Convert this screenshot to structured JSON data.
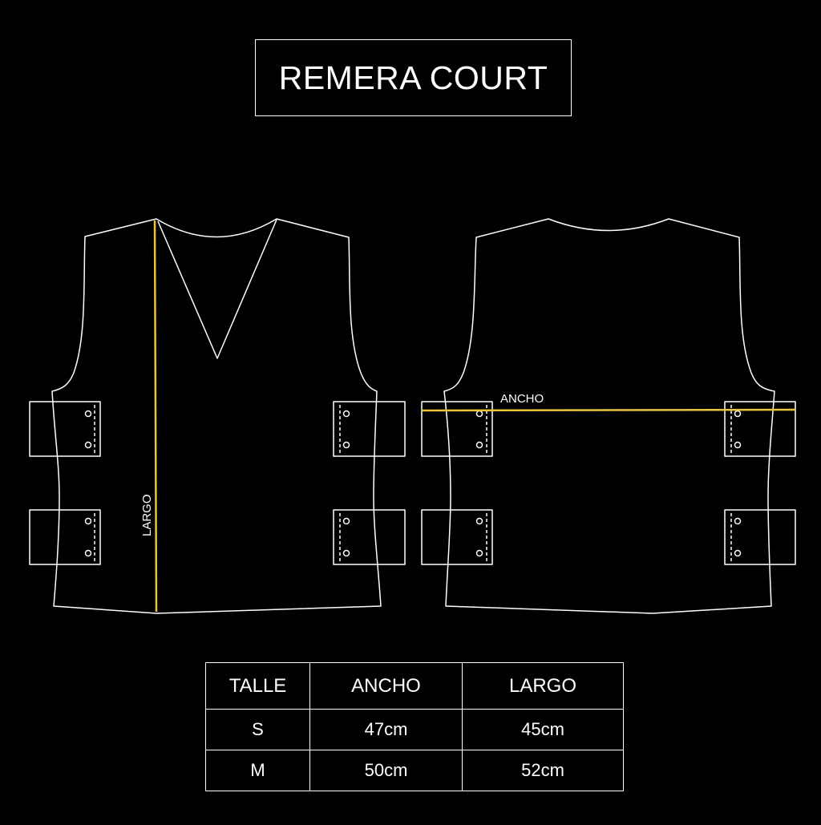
{
  "title": "REMERA COURT",
  "labels": {
    "largo": "LARGO",
    "ancho": "ANCHO"
  },
  "colors": {
    "background": "#000000",
    "outline": "#ffffff",
    "measure": "#e8c53a"
  },
  "size_table": {
    "headers": [
      "TALLE",
      "ANCHO",
      "LARGO"
    ],
    "rows": [
      [
        "S",
        "47cm",
        "45cm"
      ],
      [
        "M",
        "50cm",
        "52cm"
      ]
    ]
  }
}
